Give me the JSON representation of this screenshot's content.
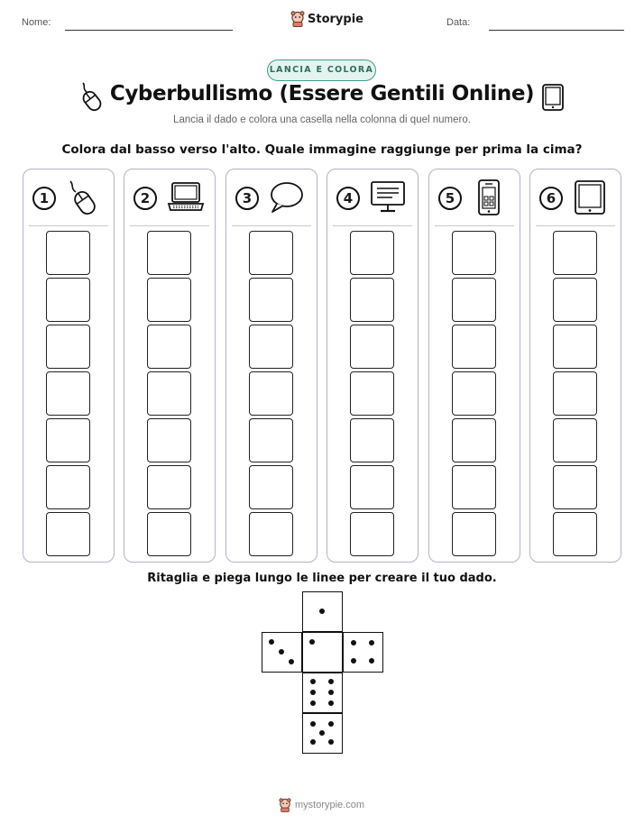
{
  "header": {
    "name_label": "Nome:",
    "date_label": "Data:",
    "brand": "Storypie"
  },
  "badge": "LANCIA E COLORA",
  "title": "Cyberbullismo (Essere Gentili Online)",
  "title_icons": [
    "mouse-icon",
    "tablet-icon"
  ],
  "subtitle": "Lancia il dado e colora una casella nella colonna di quel numero.",
  "instruction": "Colora dal basso verso l'alto. Quale immagine raggiunge per prima la cima?",
  "columns": [
    {
      "number": "1",
      "icon": "mouse-icon",
      "boxes": 7
    },
    {
      "number": "2",
      "icon": "laptop-icon",
      "boxes": 7
    },
    {
      "number": "3",
      "icon": "speech-bubble-icon",
      "boxes": 7
    },
    {
      "number": "4",
      "icon": "computer-monitor-icon",
      "boxes": 7
    },
    {
      "number": "5",
      "icon": "smartphone-icon",
      "boxes": 7
    },
    {
      "number": "6",
      "icon": "tablet-icon",
      "boxes": 7
    }
  ],
  "cut_instruction": "Ritaglia e piega lungo le linee per creare il tuo dado.",
  "dice_net_faces": [
    1,
    3,
    1,
    4,
    6,
    5
  ],
  "footer": "mystorypie.com",
  "colors": {
    "accent": "#3f9d86",
    "accent_bg": "#e3f4ee",
    "column_border": "#b3b3c4"
  }
}
